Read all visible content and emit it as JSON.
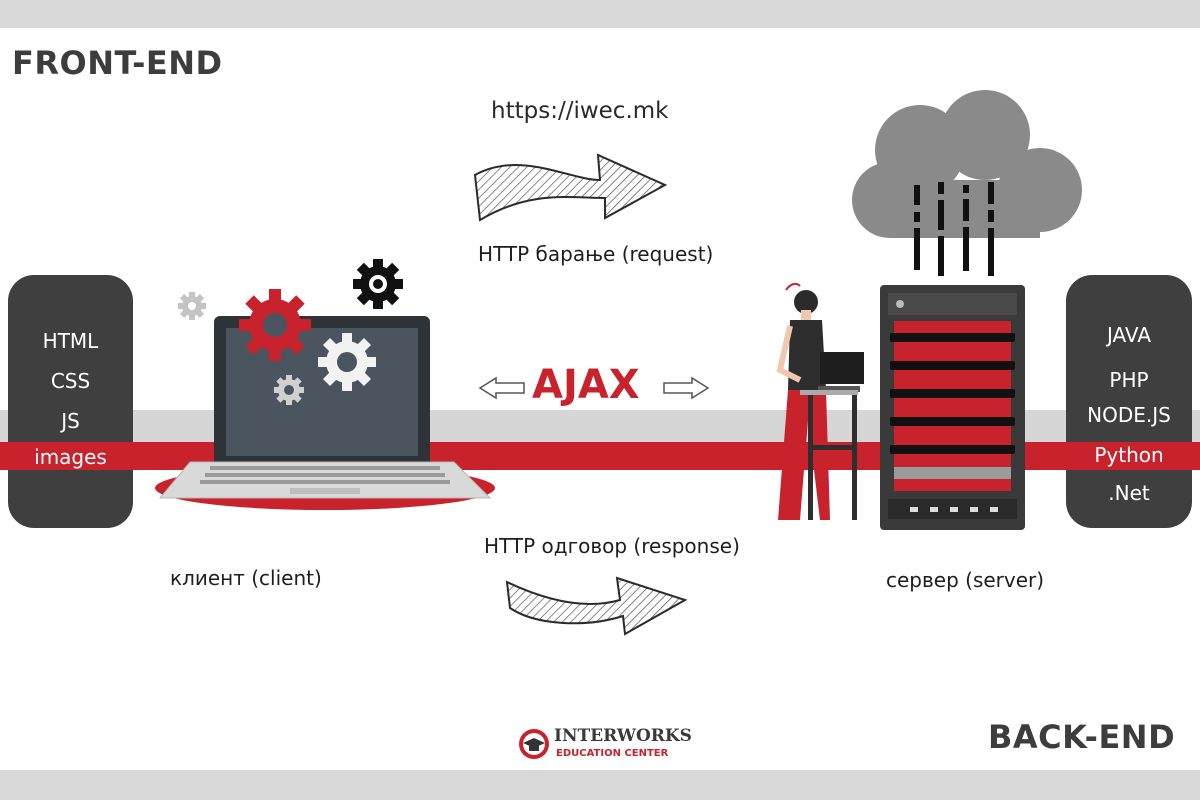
{
  "headings": {
    "front_end": "FRONT-END",
    "back_end": "BACK-END"
  },
  "url": "https://iwec.mk",
  "request_label": "HTTP барање (request)",
  "response_label": "HTTP одговор (response)",
  "ajax_label": "AJAX",
  "client_label": "клиент (client)",
  "server_label": "сервер (server)",
  "front_end_tech": [
    "HTML",
    "CSS",
    "JS",
    "images"
  ],
  "back_end_tech": [
    "JAVA",
    "PHP",
    "NODE.JS",
    "Python",
    ".Net"
  ],
  "logo": {
    "name": "INTERWORKS",
    "subtitle": "EDUCATION CENTER"
  },
  "colors": {
    "accent": "#c8232c",
    "dark": "#3f3f3f",
    "grey": "#d6d6d6"
  }
}
